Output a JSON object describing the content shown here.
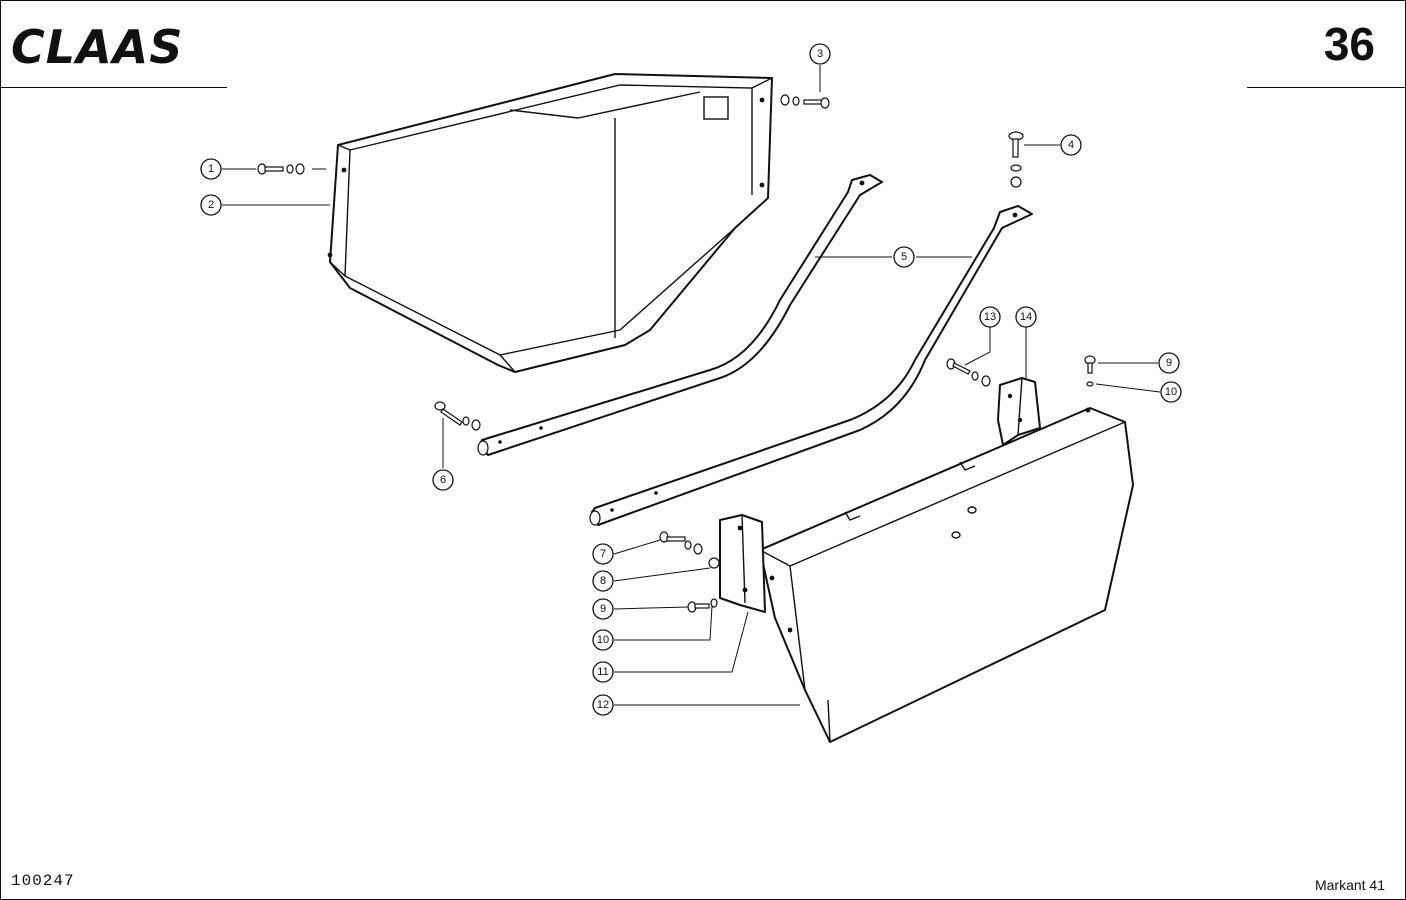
{
  "header": {
    "brand": "CLAAS",
    "page_number": "36"
  },
  "footer": {
    "doc_code": "100247",
    "model": "Markant 41"
  },
  "callouts": [
    {
      "number": "1"
    },
    {
      "number": "2"
    },
    {
      "number": "3"
    },
    {
      "number": "4"
    },
    {
      "number": "5"
    },
    {
      "number": "6"
    },
    {
      "number": "7"
    },
    {
      "number": "8"
    },
    {
      "number": "9"
    },
    {
      "number": "10"
    },
    {
      "number": "11"
    },
    {
      "number": "12"
    },
    {
      "number": "13"
    },
    {
      "number": "14"
    },
    {
      "number": "9"
    },
    {
      "number": "10"
    }
  ]
}
